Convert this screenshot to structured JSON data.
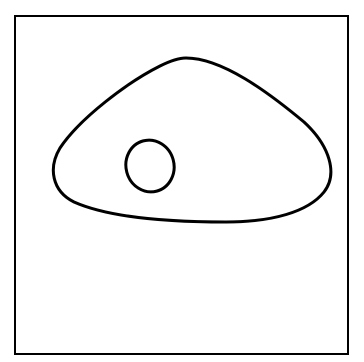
{
  "colors": {
    "background": "#ffffff",
    "stroke": "#000000"
  },
  "diagram": {
    "shapes": [
      {
        "kind": "frame"
      },
      {
        "kind": "rounded-triangle"
      },
      {
        "kind": "ellipse"
      }
    ]
  }
}
